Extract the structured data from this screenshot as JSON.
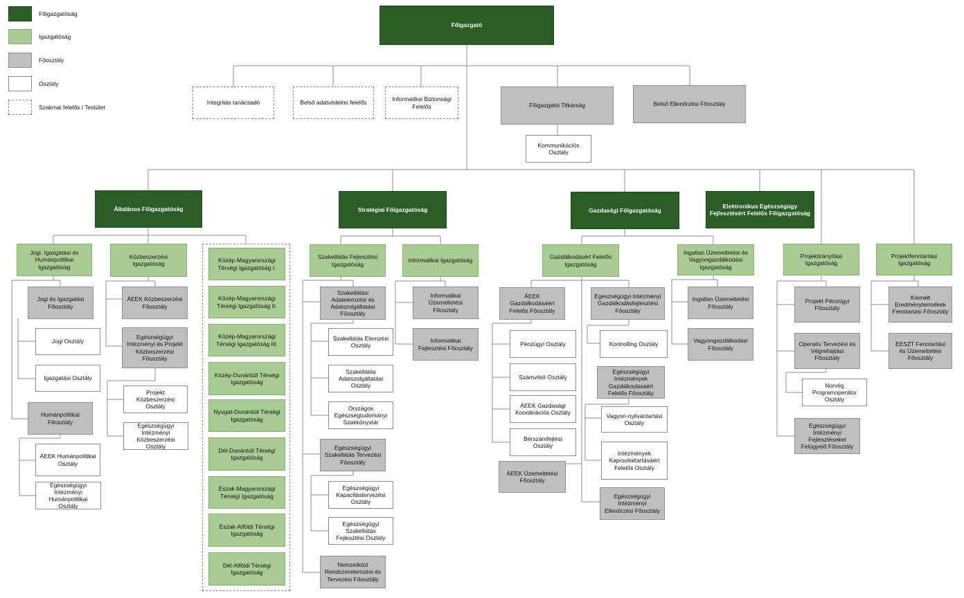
{
  "colors": {
    "dark_green": "#2b5e27",
    "light_green": "#a8cc94",
    "gray": "#bfbfbf",
    "white": "#ffffff",
    "line": "#8c8c8c"
  },
  "legend": {
    "foigazgatosag": "Főigazgatóság",
    "igazgatosag": "Igazgatóság",
    "foosztaly": "Főosztály",
    "osztaly": "Osztály",
    "szakmai": "Szakmai felelős / Testület"
  },
  "top": {
    "foigazgato": "Főigazgató",
    "integritas": "Integritás tanácsadó",
    "adatvedelmi": "Belső adatvédelmi felelős",
    "infobiz": "Informatikai Biztonsági Felelős",
    "titkarsag": "Főigazgatói Titkárság",
    "kommunikacio": "Kommunikációs Osztály",
    "belso_ell": "Belső Ellenőrzési Főosztály"
  },
  "altalanos": {
    "title": "Általános Főigazgatóság",
    "jogi_ig": "Jogi, Igazgatási és Humánpolitikai Igazgatóság",
    "jogi_fo": "Jogi és Igazgatási Főosztály",
    "jogi_o": "Jogi Osztály",
    "igazg_o": "Igazgatási Osztály",
    "human_fo": "Humánpolitikai Főosztály",
    "aeek_human": "ÁEEK Humánpolitikai Osztály",
    "eu_human": "Egészségügyi Intézményi Humánpolitikai Osztály",
    "kozbesz_ig": "Közbeszerzési Igazgatóság",
    "aeek_kozbesz": "ÁEEK Közbeszerzési Főosztály",
    "eu_proj_kozbesz": "Egészségügyi Intézményi és Projekt Közbeszerzési Főosztály",
    "proj_kozbesz": "Projekt Közbeszerzési Osztály",
    "eu_int_kozbesz": "Egészségügyi Intézményi Közbeszerzési Osztály",
    "tersegi": [
      "Közép-Magyarországi Térségi Igazgatóság I.",
      "Közép-Magyarországi Térségi Igazgatóság II.",
      "Közép-Magyarországi Térségi Igazgatóság III.",
      "Közép-Dunántúli Térségi Igazgatóság",
      "Nyugat-Dunántúli Térségi Igazgatóság",
      "Dél-Dunántúli Térségi Igazgatóság",
      "Észak-Magyarországi Térségi Igazgatóság",
      "Észak-Alföldi Térségi Igazgatóság",
      "Dél-Alföldi Térségi Igazgatóság"
    ]
  },
  "strategiai": {
    "title": "Stratégiai Főigazgatóság",
    "szak_fejl_ig": "Szakellátás Fejlesztési Igazgatóság",
    "szak_adat_fo": "Szakellátási Adatelemzési és Adatszolgáltatási Főosztály",
    "szak_elemzesi": "Szakellátás Elemzési Osztály",
    "szak_adatszolg": "Szakellátás Adatszolgáltatási Osztály",
    "orszagos": "Országos Egészségtudományi Szakkönyvtár",
    "eu_szak_terv_fo": "Egészségügyi Szakellátás Tervezési Főosztály",
    "eu_kapacitas": "Egészségügyi Kapacitástervezési Osztály",
    "eu_szak_fejl": "Egészségügyi Szakellátás Fejlesztési Osztály",
    "nemzetkozi": "Nemzetközi Rendszerelemzési és Tervezési Főosztály",
    "info_ig": "Informatikai Igazgatóság",
    "info_uzem": "Informatikai Üzemeltetési Főosztály",
    "info_fejl": "Informatikai Fejlesztési Főosztály"
  },
  "gazdasagi": {
    "title": "Gazdasági Főigazgatóság",
    "gazd_ig": "Gazdálkodásért Felelős Igazgatóság",
    "aeek_gazd_fo": "ÁEEK Gazdálkodásáért Felelős Főosztály",
    "penzugyi": "Pénzügyi Osztály",
    "szamviteli": "Számviteli Osztály",
    "aeek_gazd_koord": "ÁEEK Gazdasági Koordinációs Osztály",
    "berszam": "Bérszámfejtési Osztály",
    "aeek_uzem": "ÁEEK Üzemeltetési Főosztály",
    "eu_int_gazd_fejl": "Egészségügyi Intézményi Gazdálkodásfejlesztési Főosztály",
    "kontrolling": "Kontrolling Osztály",
    "eu_int_gazd_fel": "Egészségügyi Intézmények Gazdálkodásáért Felelős Főosztály",
    "vagyon_nyilv": "Vagyon-nyilvántartási Osztály",
    "kapcsolat": "Intézmények Kapcsolattartásáért Felelős Osztály",
    "eu_int_ell": "Egészségügyi Intézményi Ellenőrzési Főosztály",
    "ingatlan_ig": "Ingatlan Üzemeltetési és Vagyongazdálkodási Igazgatóság",
    "ingatlan_uzem": "Ingatlan Üzemeltetési Főosztály",
    "vagyongazd": "Vagyongazdálkodási Főosztály"
  },
  "elektronikus": {
    "title": "Elektronikus Egészségügy Fejlesztésért Felelős Főigazgatóság"
  },
  "projekt": {
    "iranyitasi_ig": "Projektirányítási Igazgatóság",
    "penzugyi_fo": "Projekt Pénzügyi Főosztály",
    "operativ": "Operatív Tervezési és Végrehajtási Főosztály",
    "norveg": "Norvég Programoperátor Osztály",
    "eu_fejl_felugyelo": "Egészségügyi Intézményi Fejlesztéseket Felügyelő Főosztály",
    "fenntartasi_ig": "Projektfenntartási Igazgatóság",
    "kiemelt": "Kiemelt Eredménytermékek Fenntartási Főosztály",
    "eeszt": "EESZT Fenntartási és Üzemeltetési Főosztály"
  }
}
